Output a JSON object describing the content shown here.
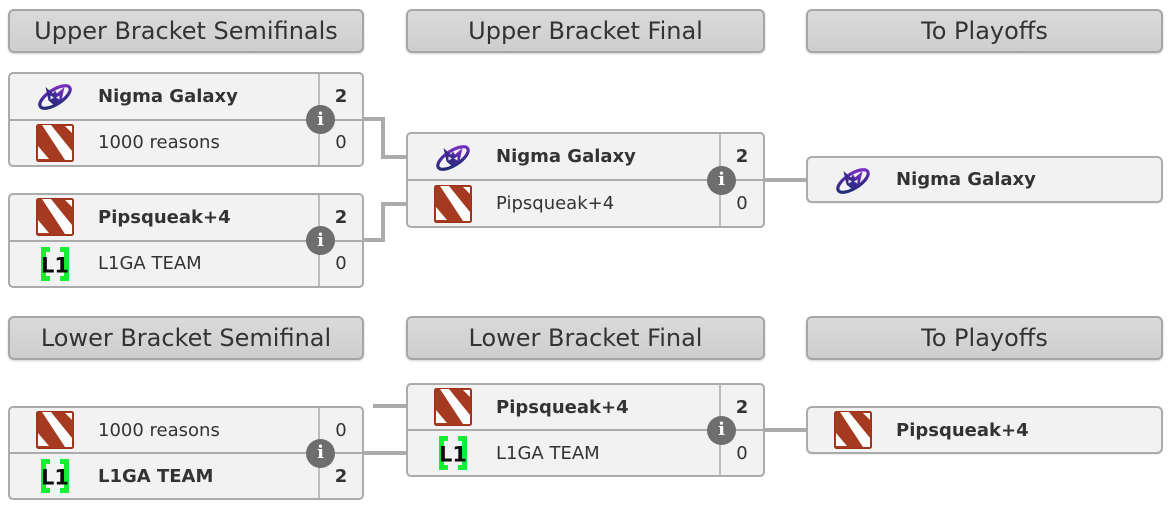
{
  "colors": {
    "page_bg": "#ffffff",
    "box_bg": "#f2f2f2",
    "box_border": "#ababab",
    "header_bg": "#d4d4d4",
    "header_border": "#a6a6a6",
    "connector": "#ababab",
    "info_circle": "#6e6e6e",
    "text": "#333333",
    "dota_red": "#9d3118",
    "l1ga_green": "#15ef33",
    "nigma_purple": "#8b2fd0",
    "nigma_navy": "#1c2f6e"
  },
  "headers": {
    "upper_semifinals": "Upper Bracket Semifinals",
    "upper_final": "Upper Bracket Final",
    "upper_playoffs": "To Playoffs",
    "lower_semifinal": "Lower Bracket Semifinal",
    "lower_final": "Lower Bracket Final",
    "lower_playoffs": "To Playoffs"
  },
  "icons": {
    "info": "i",
    "team_logos": {
      "nigma": "nigma-galaxy-logo",
      "dota": "dota2-default-logo",
      "l1ga": "l1ga-team-logo"
    }
  },
  "matches": {
    "ub_semifinal_1": {
      "top": {
        "name": "Nigma Galaxy",
        "logo": "nigma",
        "score": "2",
        "winner": true
      },
      "bottom": {
        "name": "1000 reasons",
        "logo": "dota",
        "score": "0",
        "winner": false
      }
    },
    "ub_semifinal_2": {
      "top": {
        "name": "Pipsqueak+4",
        "logo": "dota",
        "score": "2",
        "winner": true
      },
      "bottom": {
        "name": "L1GA TEAM",
        "logo": "l1ga",
        "score": "0",
        "winner": false
      }
    },
    "ub_final": {
      "top": {
        "name": "Nigma Galaxy",
        "logo": "nigma",
        "score": "2",
        "winner": true
      },
      "bottom": {
        "name": "Pipsqueak+4",
        "logo": "dota",
        "score": "0",
        "winner": false
      }
    },
    "lb_semifinal": {
      "top": {
        "name": "1000 reasons",
        "logo": "dota",
        "score": "0",
        "winner": false
      },
      "bottom": {
        "name": "L1GA TEAM",
        "logo": "l1ga",
        "score": "2",
        "winner": true
      }
    },
    "lb_final": {
      "top": {
        "name": "Pipsqueak+4",
        "logo": "dota",
        "score": "2",
        "winner": true
      },
      "bottom": {
        "name": "L1GA TEAM",
        "logo": "l1ga",
        "score": "0",
        "winner": false
      }
    }
  },
  "qualified": {
    "upper": {
      "name": "Nigma Galaxy",
      "logo": "nigma"
    },
    "lower": {
      "name": "Pipsqueak+4",
      "logo": "dota"
    }
  }
}
